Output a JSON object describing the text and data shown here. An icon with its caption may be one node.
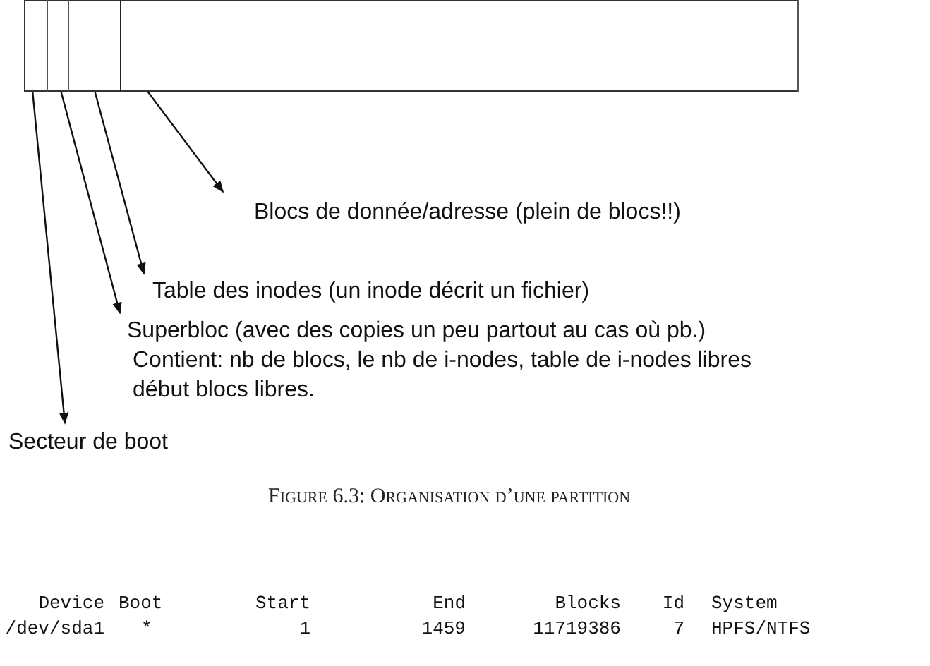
{
  "diagram": {
    "caption": "Figure 6.3: Organisation d’une partition",
    "nodes": [
      {
        "text": [],
        "shape": "box"
      },
      {
        "text": [],
        "shape": "box",
        "in": 0
      },
      {
        "text": [],
        "shape": "box",
        "in": 0
      },
      {
        "text": [],
        "shape": "box",
        "in": 0
      },
      {
        "text": [],
        "shape": "box",
        "in": 0
      },
      {
        "text": [
          "Blocs de donnée/adresse (plein de blocs!!)"
        ]
      },
      {
        "text": [
          "Table des inodes (un inode décrit un fichier)"
        ]
      },
      {
        "text": [
          "Superbloc (avec des copies un peu partout au cas où pb.)",
          "Contient: nb de blocs, le nb de i-nodes, table de i-nodes libres début blocs libres."
        ]
      },
      {
        "text": [
          "Secteur de boot"
        ]
      }
    ],
    "edges": [
      {
        "from": 4,
        "to": 5,
        "arrow": "to"
      },
      {
        "from": 3,
        "to": 6,
        "arrow": "to"
      },
      {
        "from": 2,
        "to": 7,
        "arrow": "to"
      },
      {
        "from": 1,
        "to": 8,
        "arrow": "to"
      }
    ],
    "labels": [
      "Device",
      "Boot",
      "Start",
      "End",
      "Blocks",
      "Id",
      "System",
      "/dev/sda1",
      "*",
      "1",
      "1459",
      "11719386",
      "7",
      "HPFS/NTFS"
    ]
  }
}
